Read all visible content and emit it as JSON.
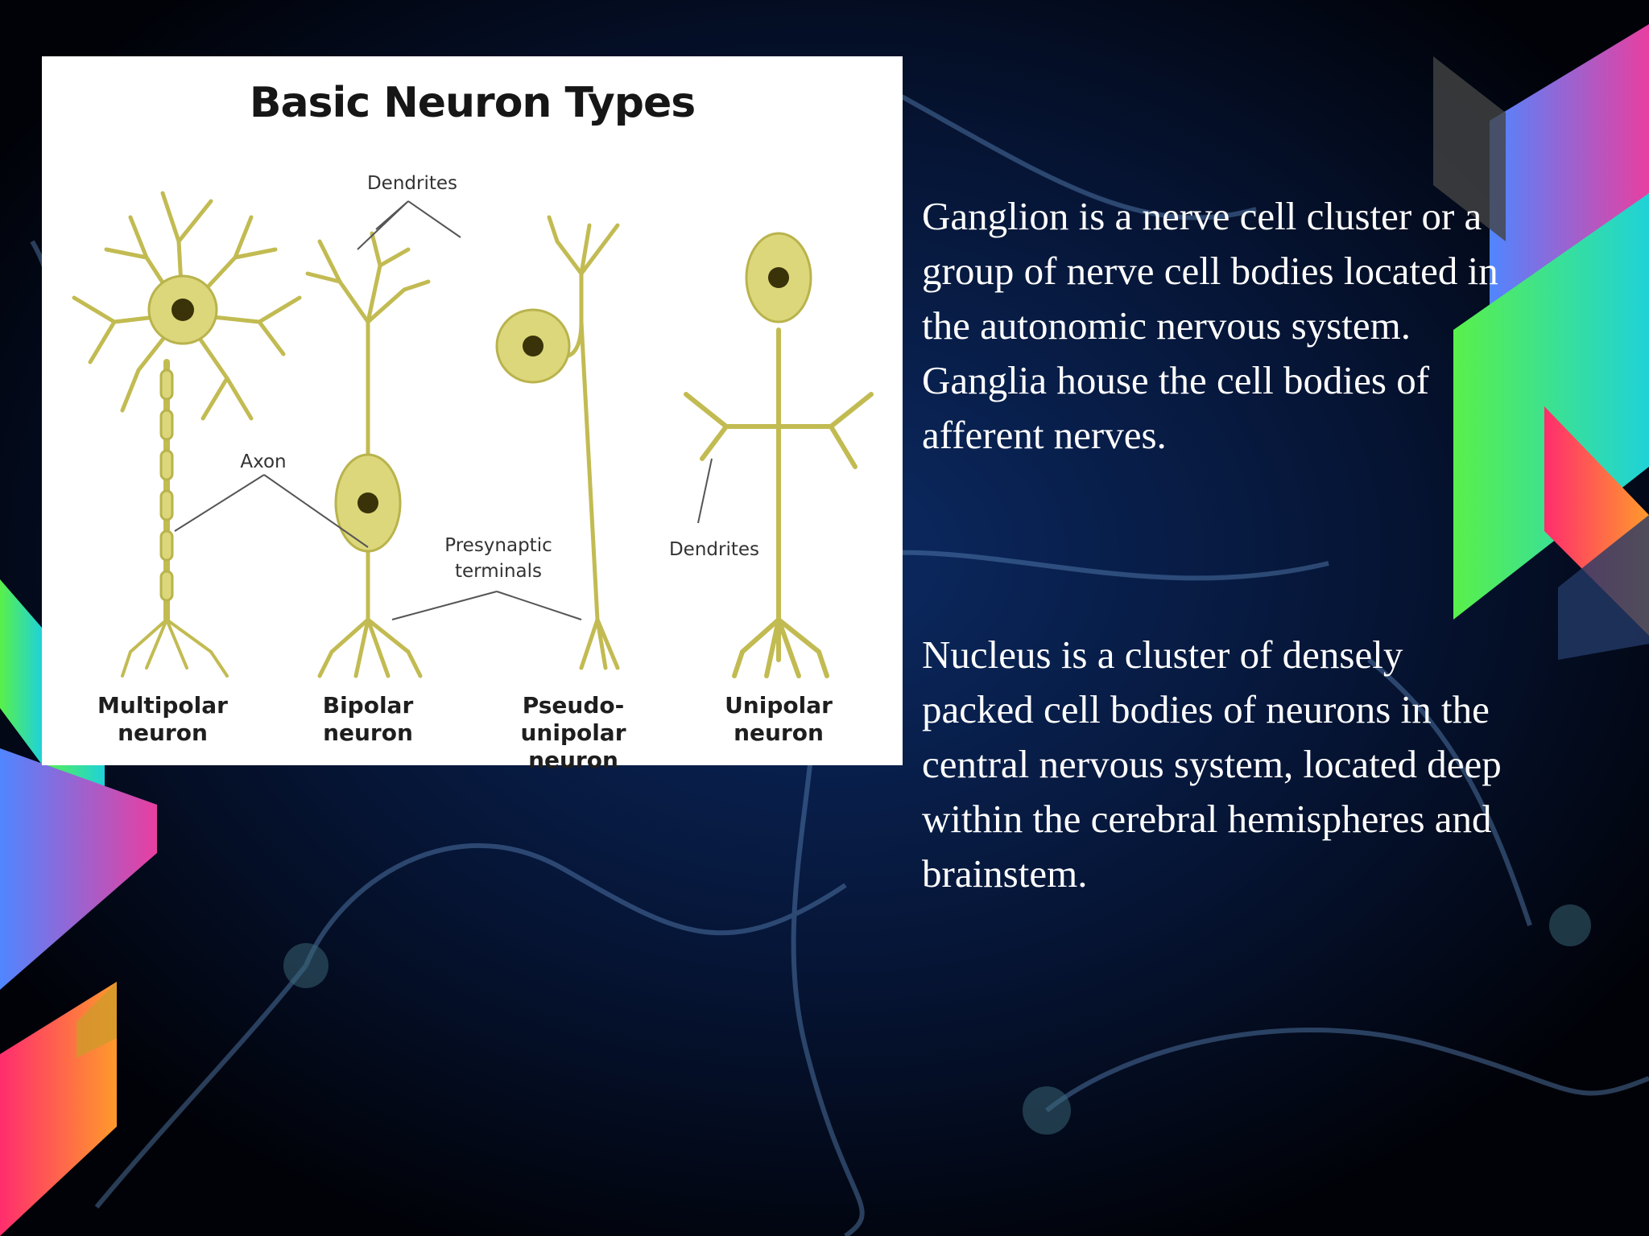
{
  "figure": {
    "title": "Basic Neuron Types",
    "labels": {
      "dendrites_top": "Dendrites",
      "axon": "Axon",
      "presynaptic_line1": "Presynaptic",
      "presynaptic_line2": "terminals",
      "dendrites_right": "Dendrites"
    },
    "neurons": [
      {
        "line1": "Multipolar",
        "line2": "neuron"
      },
      {
        "line1": "Bipolar",
        "line2": "neuron"
      },
      {
        "line1": "Pseudo-unipolar",
        "line2": "neuron"
      },
      {
        "line1": "Unipolar",
        "line2": "neuron"
      }
    ]
  },
  "text": {
    "paragraph1": "Ganglion is a nerve cell cluster or a group of nerve cell bodies located in the autonomic nervous system. Ganglia house the cell bodies of afferent nerves.",
    "paragraph2": "Nucleus is a cluster of densely packed cell bodies of neurons in the central nervous system, located deep within the cerebral hemispheres and brainstem."
  },
  "colors": {
    "background": "#02040c",
    "neuron_fill": "#dcd77a",
    "neuron_stroke": "#b9b34d",
    "nucleus": "#3a3208",
    "text": "#ffffff"
  }
}
